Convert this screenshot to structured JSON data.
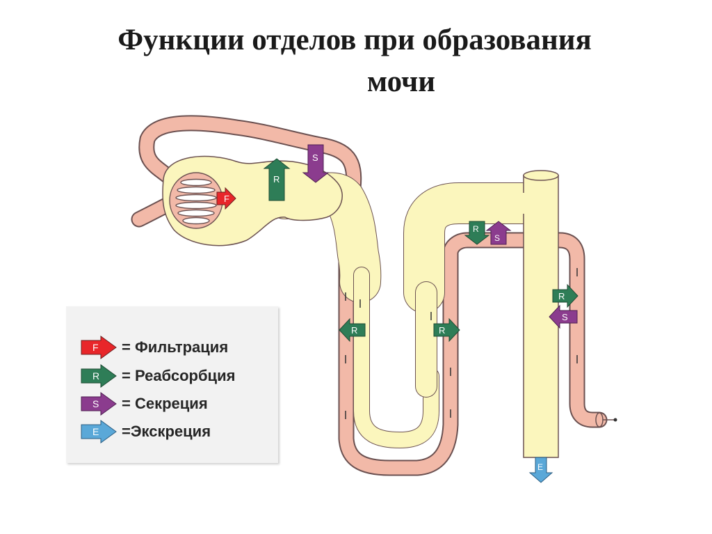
{
  "title": {
    "line1": "Функции отделов  при образования",
    "line2": "мочи"
  },
  "arrow_letters": {
    "F": "F",
    "R": "R",
    "S": "S",
    "E": "E"
  },
  "legend": [
    {
      "letter": "F",
      "label": "= Фильтрация",
      "color": "#e8262a"
    },
    {
      "letter": "R",
      "label": "= Реабсорбция",
      "color": "#2e7d57"
    },
    {
      "letter": "S",
      "label": "= Секреция",
      "color": "#8b3c8e"
    },
    {
      "letter": "E",
      "label": "=Экскреция",
      "color": "#5aa8d8"
    }
  ],
  "colors": {
    "tubule": "#fbf6bd",
    "vessel": "#f2b9a8",
    "outline": "#6a5050"
  }
}
